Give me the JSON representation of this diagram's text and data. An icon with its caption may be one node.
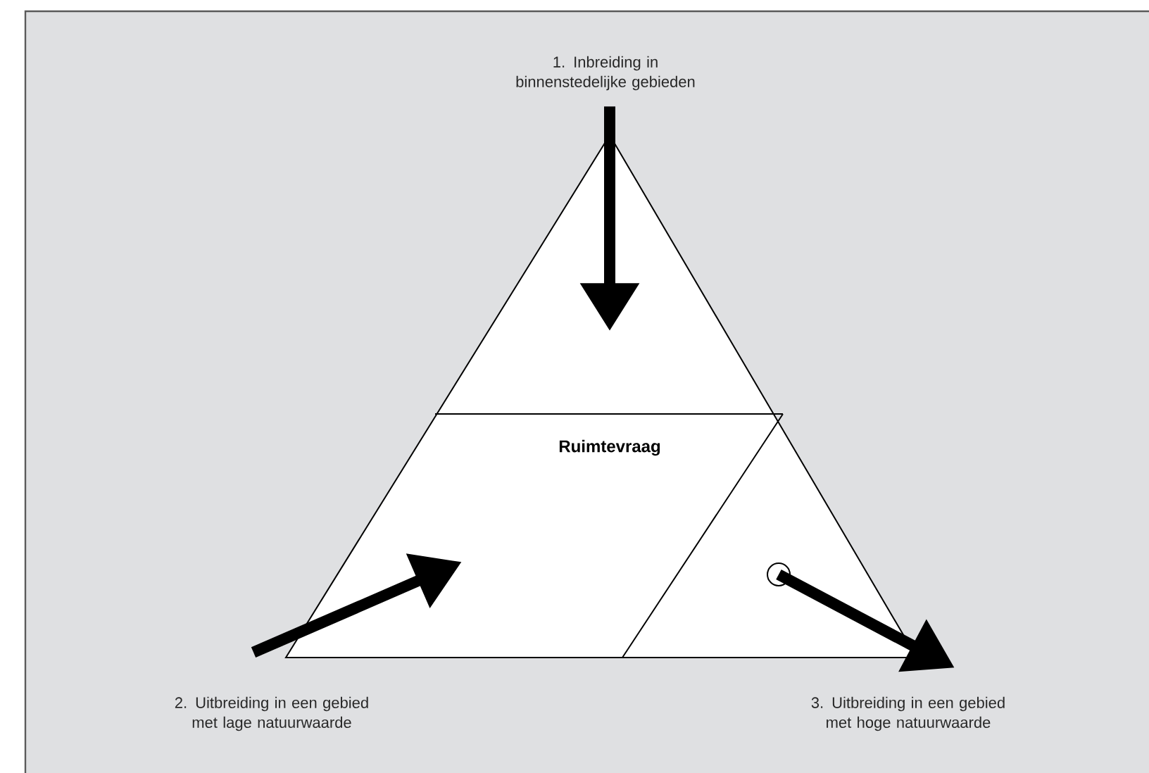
{
  "diagram": {
    "nodes": [
      {
        "text": [
          "Ruimtevraag"
        ]
      },
      {
        "text": [
          "1. Inbreiding in binnenstedelijke gebieden"
        ]
      },
      {
        "text": [
          "2. Uitbreiding in een gebied met lage natuurwaarde"
        ]
      },
      {
        "text": [
          "3. Uitbreiding in een gebied met hoge natuurwaarde"
        ]
      },
      {
        "text": [],
        "shape": "circle",
        "in": 0
      }
    ],
    "edges": [
      {
        "from": 1,
        "to": 0,
        "arrow": "to"
      },
      {
        "from": 2,
        "to": 0,
        "arrow": "to"
      },
      {
        "from": 4,
        "to": 3,
        "arrow": "to"
      }
    ]
  }
}
